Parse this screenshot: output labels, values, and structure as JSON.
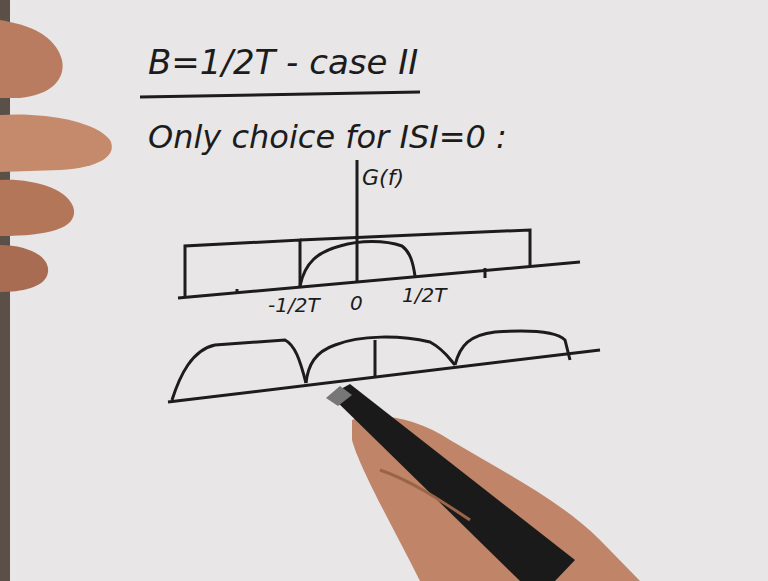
{
  "diagram": {
    "title": "B=1/2T - case II",
    "labels": [
      "Only choice for ISI=0 :",
      "G(f)",
      "-1/2T",
      "0",
      "1/2T"
    ]
  }
}
